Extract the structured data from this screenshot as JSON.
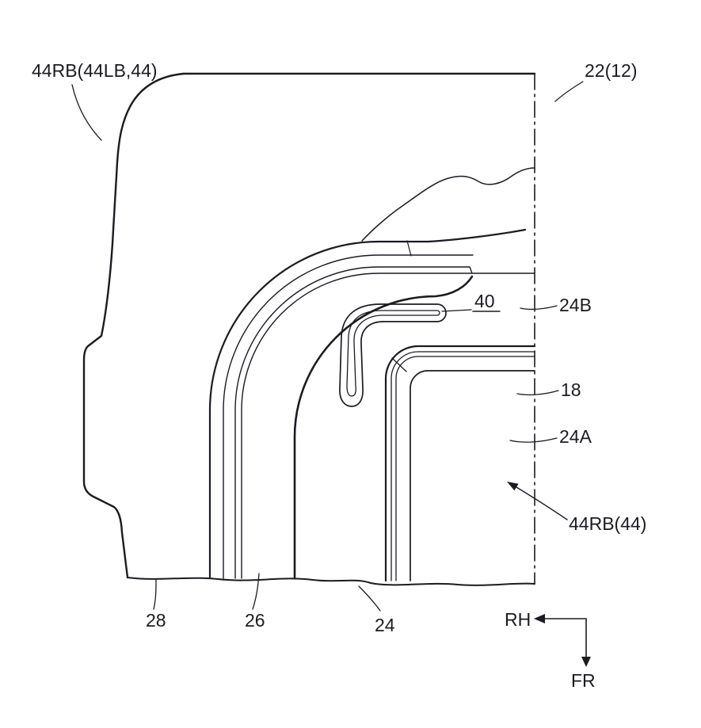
{
  "figure": {
    "type": "patent-line-drawing",
    "labels": {
      "part_top_left": "44RB(44LB,44)",
      "part_top_right": "22(12)",
      "ref_40": "40",
      "ref_24b": "24B",
      "ref_18": "18",
      "ref_24a": "24A",
      "ref_44rb44": "44RB(44)",
      "ref_28": "28",
      "ref_26": "26",
      "ref_24": "24"
    },
    "direction_indicator": {
      "left_arrow_label": "RH",
      "down_arrow_label": "FR"
    },
    "colors": {
      "line": "#1b1b22",
      "background": "#ffffff"
    }
  }
}
